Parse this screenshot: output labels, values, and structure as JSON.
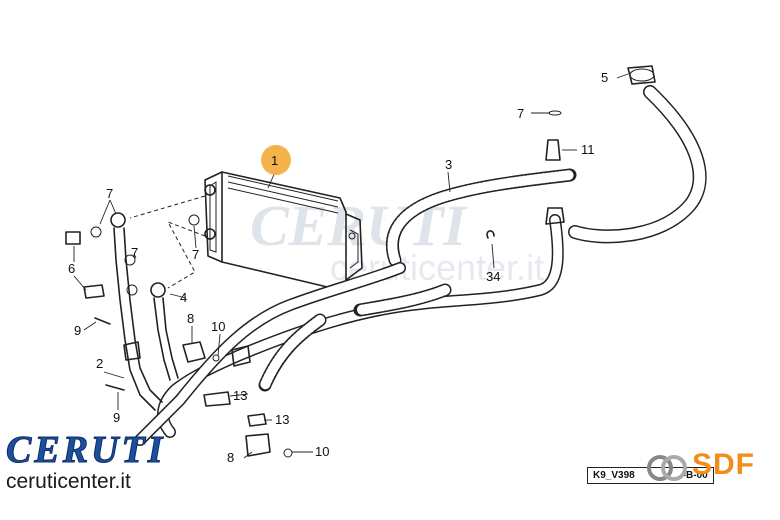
{
  "diagram": {
    "callouts": {
      "c1": "1",
      "c2": "2",
      "c3": "3",
      "c4": "4",
      "c5": "5",
      "c6": "6",
      "c7a": "7",
      "c7b": "7",
      "c7c": "7",
      "c8a": "8",
      "c8b": "8",
      "c9a": "9",
      "c9b": "9",
      "c10a": "10",
      "c10b": "10",
      "c11": "11",
      "c13a": "13",
      "c13b": "13",
      "c34": "34"
    },
    "drawing_code": "K9_V398",
    "drawing_code_suffix": "-B-00",
    "highlight_color": "#f4b24a"
  },
  "branding": {
    "watermark_name": "CERUTI",
    "watermark_site": "ceruticenter.it",
    "logo_name": "CERUTI",
    "logo_site": "ceruticenter.it",
    "logo_color": "#1d4f9c",
    "sdf_label": "SDF",
    "sdf_color": "#f28c1a"
  }
}
